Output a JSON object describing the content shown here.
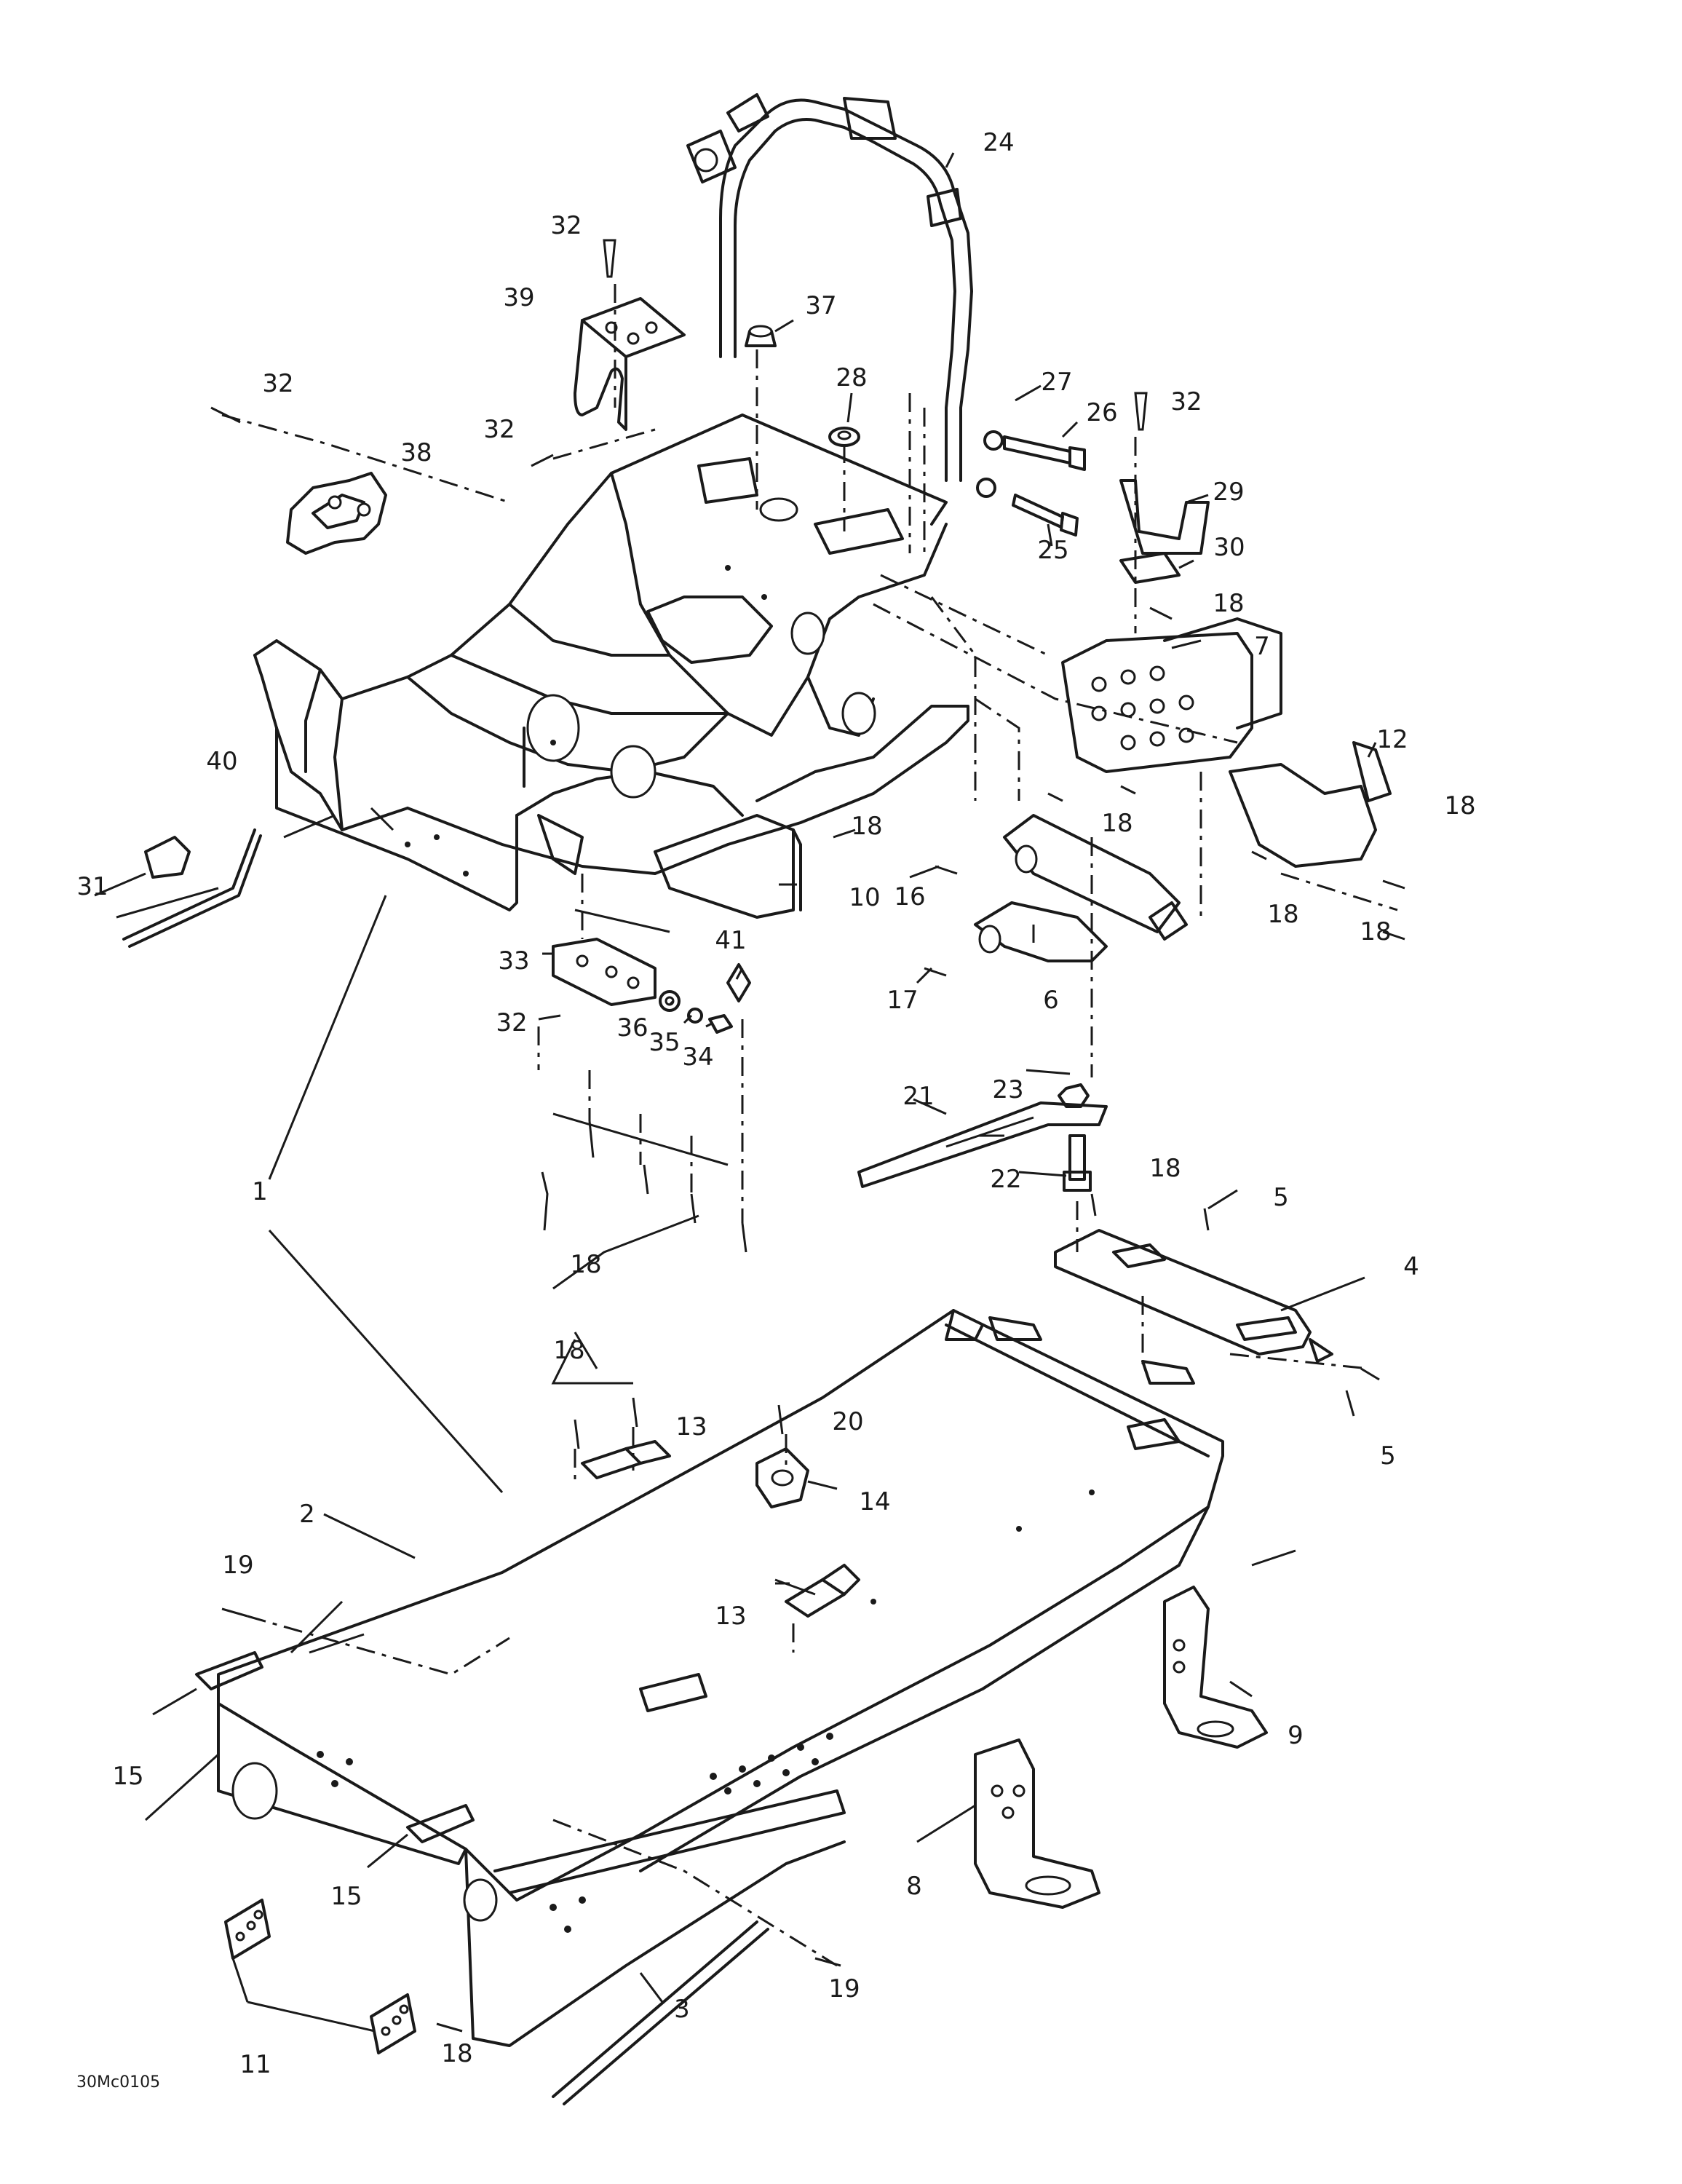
{
  "diagram_code": "30Mc0105",
  "callouts": {
    "c1": "1",
    "c2": "2",
    "c3": "3",
    "c4": "4",
    "c5a": "5",
    "c5b": "5",
    "c6": "6",
    "c7": "7",
    "c8": "8",
    "c9": "9",
    "c10": "10",
    "c11": "11",
    "c12": "12",
    "c13a": "13",
    "c13b": "13",
    "c14": "14",
    "c15a": "15",
    "c15b": "15",
    "c16": "16",
    "c17": "17",
    "c18a": "18",
    "c18b": "18",
    "c18c": "18",
    "c18d": "18",
    "c18e": "18",
    "c18f": "18",
    "c18g": "18",
    "c18h": "18",
    "c18i": "18",
    "c18j": "18",
    "c19a": "19",
    "c19b": "19",
    "c20": "20",
    "c21": "21",
    "c22": "22",
    "c23": "23",
    "c24": "24",
    "c25": "25",
    "c26": "26",
    "c27": "27",
    "c28": "28",
    "c29": "29",
    "c30": "30",
    "c31": "31",
    "c32a": "32",
    "c32b": "32",
    "c32c": "32",
    "c32d": "32",
    "c32e": "32",
    "c33": "33",
    "c34": "34",
    "c35": "35",
    "c36": "36",
    "c37": "37",
    "c38": "38",
    "c39": "39",
    "c40": "40",
    "c41": "41"
  }
}
